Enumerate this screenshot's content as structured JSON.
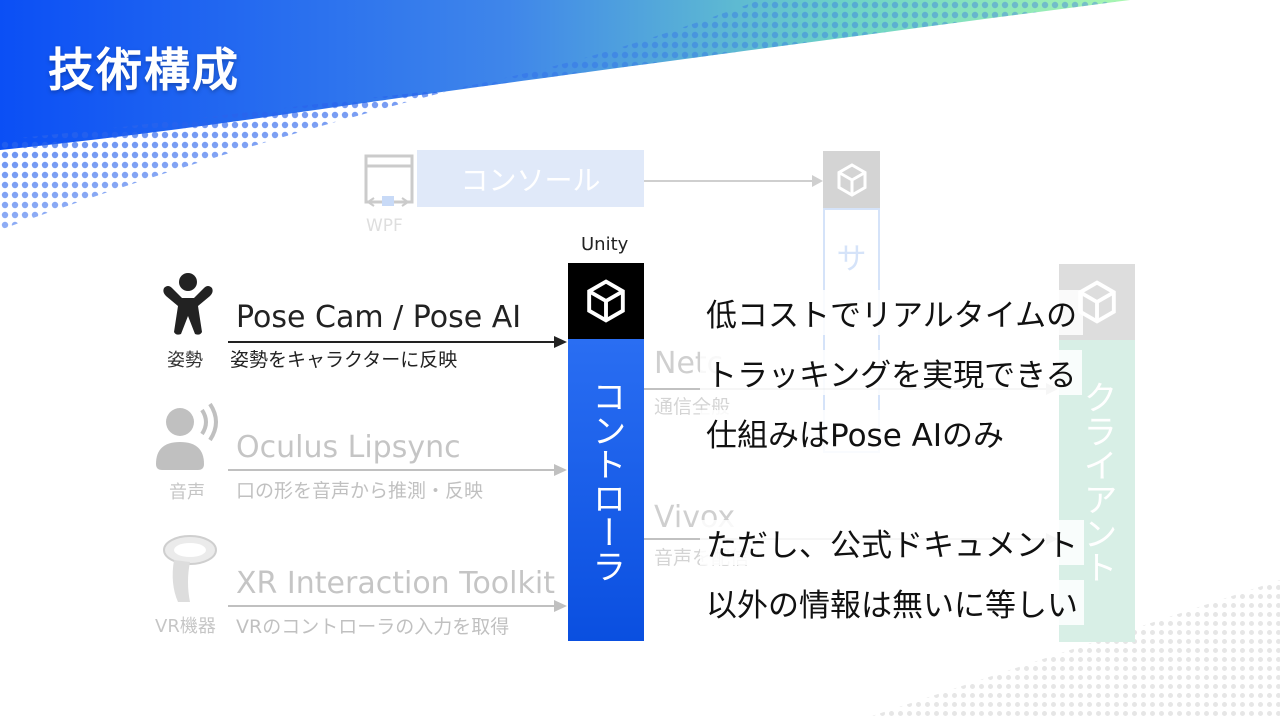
{
  "slide": {
    "title": "技術構成"
  },
  "console_row": {
    "wpf_label": "WPF",
    "console_label": "コンソール",
    "server_label": "サー"
  },
  "unity": {
    "label": "Unity",
    "controller_label": "コントローラ",
    "client_label": "クライアント"
  },
  "inputs": [
    {
      "caption": "姿勢",
      "title": "Pose Cam / Pose AI",
      "desc": "姿勢をキャラクターに反映"
    },
    {
      "caption": "音声",
      "title": "Oculus Lipsync",
      "desc": "口の形を音声から推測・反映"
    },
    {
      "caption": "VR機器",
      "title": "XR Interaction Toolkit",
      "desc": "VRのコントローラの入力を取得"
    }
  ],
  "outputs": [
    {
      "title": "Netc",
      "desc": "通信全般"
    },
    {
      "title": "Vivox",
      "desc": "音声を配信"
    }
  ],
  "notes": [
    "低コストでリアルタイムの",
    "トラッキングを実現できる",
    "仕組みはPose AIのみ",
    "ただし、公式ドキュメント",
    "以外の情報は無いに等しい"
  ],
  "colors": {
    "accent_blue": "#0a4fe0",
    "header_gradient_start": "#0b4ff5",
    "header_gradient_end": "#7ef0a0"
  }
}
